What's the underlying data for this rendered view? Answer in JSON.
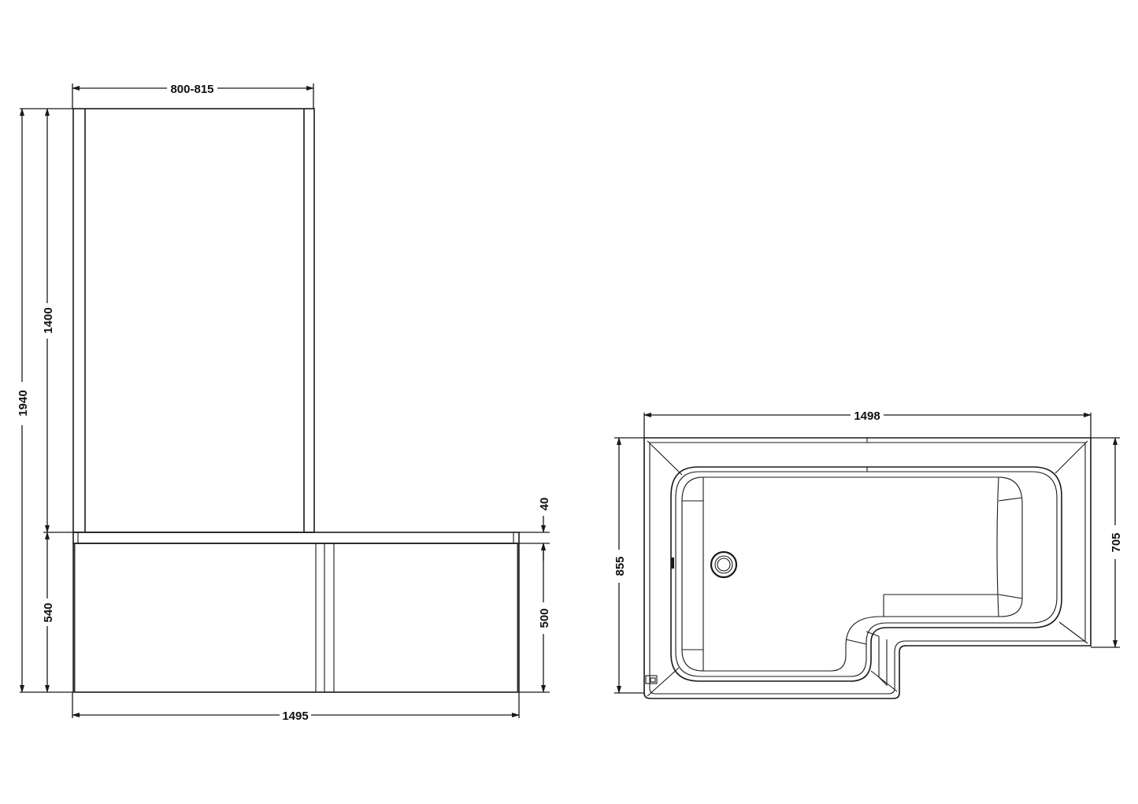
{
  "drawing": {
    "front_view": {
      "dimensions": {
        "screen_width": "800-815",
        "total_height": "1940",
        "screen_height": "1400",
        "bath_height": "540",
        "rim_thickness": "40",
        "panel_height": "500",
        "bath_length": "1495"
      }
    },
    "plan_view": {
      "dimensions": {
        "overall_length": "1498",
        "overall_width": "855",
        "narrow_width": "705"
      }
    },
    "colors": {
      "line": "#1a1a1a",
      "background": "#ffffff"
    }
  }
}
